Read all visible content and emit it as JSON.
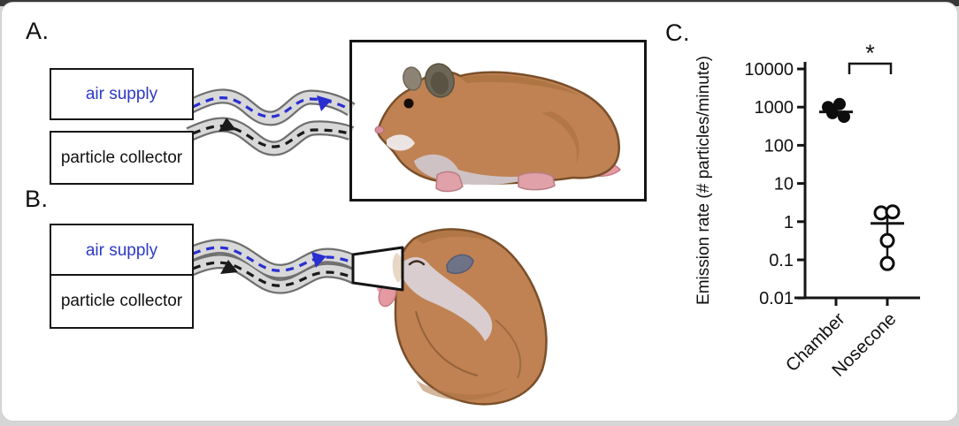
{
  "figure": {
    "panels": {
      "a": {
        "label": "A.",
        "air_supply_label": "air supply",
        "particle_collector_label": "particle collector",
        "subject": "hamster in chamber"
      },
      "b": {
        "label": "B.",
        "air_supply_label": "air supply",
        "particle_collector_label": "particle collector",
        "subject": "anesthetized hamster with nosecone"
      },
      "c": {
        "label": "C."
      }
    },
    "colors": {
      "air_flow_blue": "#2a2fd0",
      "sample_flow_black": "#1a1a1a",
      "blue_label_text": "#2d3ac3",
      "tube_fill": "#d8d8d8",
      "tube_outline": "#6f6f6f",
      "hamster_body": "#c08253",
      "hamster_outline": "#7a4f2a",
      "hamster_belly": "#cfc2c4",
      "hamster_ear": "#6e6657",
      "hamster_pink": "#e59aa2"
    }
  },
  "chart_data": {
    "type": "scatter",
    "title": "",
    "ylabel": "Emission rate (# particles/minute)",
    "xlabel": "",
    "yscale": "log",
    "ylim": [
      0.01,
      10000
    ],
    "ytick_labels": [
      "10000",
      "1000",
      "100",
      "10",
      "1",
      "0.1",
      "0.01"
    ],
    "grid": false,
    "categories": [
      "Chamber",
      "Nosecone"
    ],
    "series": [
      {
        "name": "Chamber",
        "marker": "filled-circle",
        "values": [
          1000,
          1200,
          700,
          560
        ],
        "jitter": [
          -9,
          4,
          -4,
          9
        ],
        "mean": 750
      },
      {
        "name": "Nosecone",
        "marker": "open-circle",
        "values": [
          1.7,
          1.8,
          0.32,
          0.08
        ],
        "jitter": [
          -7,
          6,
          0,
          0
        ],
        "mean": 0.9,
        "whisker": [
          0.08,
          1.7
        ]
      }
    ],
    "significance": {
      "label": "*",
      "between": [
        "Chamber",
        "Nosecone"
      ]
    }
  }
}
